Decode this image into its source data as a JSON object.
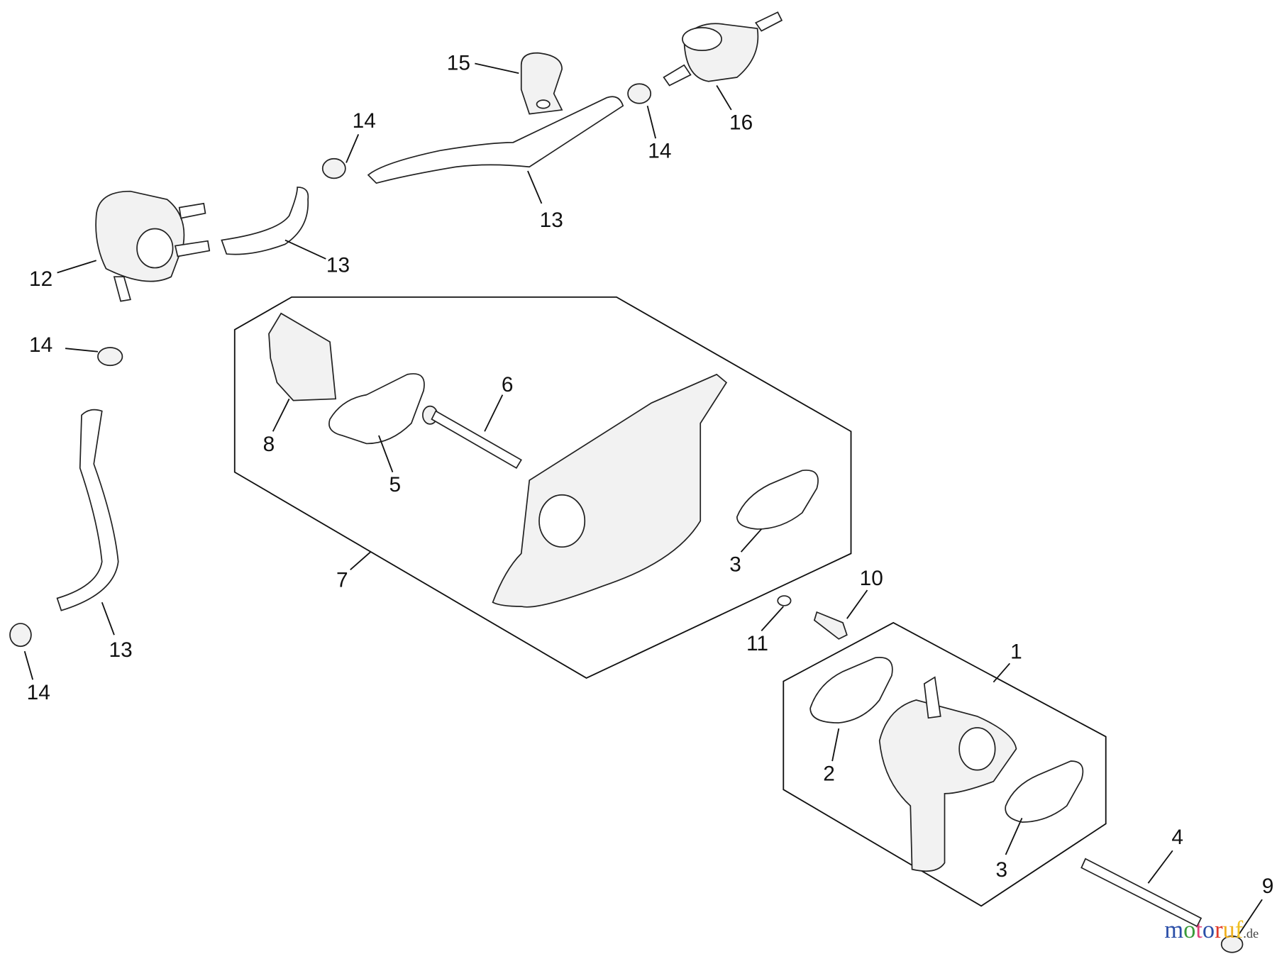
{
  "diagram": {
    "type": "exploded parts diagram",
    "callouts": [
      "15",
      "16",
      "14",
      "14",
      "13",
      "13",
      "12",
      "14",
      "6",
      "8",
      "5",
      "7",
      "3",
      "10",
      "11",
      "1",
      "13",
      "14",
      "2",
      "3",
      "4",
      "9"
    ],
    "watermark": {
      "text": "motoruf",
      "suffix": ".de",
      "colors": [
        "#2b4fa8",
        "#3a9b3a",
        "#e0407a",
        "#2b4fa8",
        "#e03a2a",
        "#f0b020",
        "#f0c020"
      ]
    }
  }
}
